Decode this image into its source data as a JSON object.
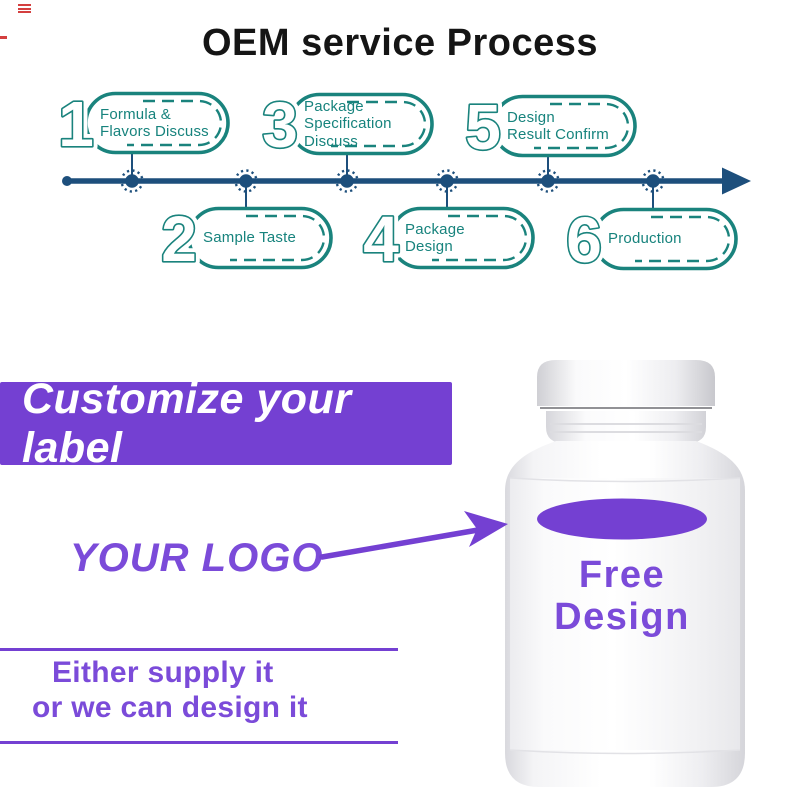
{
  "title": "OEM service Process",
  "process": {
    "color_teal": "#1A837D",
    "color_navy": "#1D4F7C",
    "steps": [
      {
        "num": "1",
        "lines": [
          "Formula &",
          "Flavors Discuss"
        ]
      },
      {
        "num": "2",
        "lines": [
          "Sample Taste"
        ]
      },
      {
        "num": "3",
        "lines": [
          "Package",
          "Specification",
          "Discuss"
        ]
      },
      {
        "num": "4",
        "lines": [
          "Package",
          "Design"
        ]
      },
      {
        "num": "5",
        "lines": [
          "Design",
          "Result Confirm"
        ]
      },
      {
        "num": "6",
        "lines": [
          "Production"
        ]
      }
    ]
  },
  "customize": {
    "color_purple": "#7440D2",
    "color_purple_text": "#7B4BD9",
    "banner_label": "Customize your label",
    "logo_placeholder": "YOUR LOGO",
    "bottle_label_lines": [
      "Free",
      "Design"
    ],
    "note_lines": [
      "Either supply it",
      "or we can design it"
    ]
  }
}
